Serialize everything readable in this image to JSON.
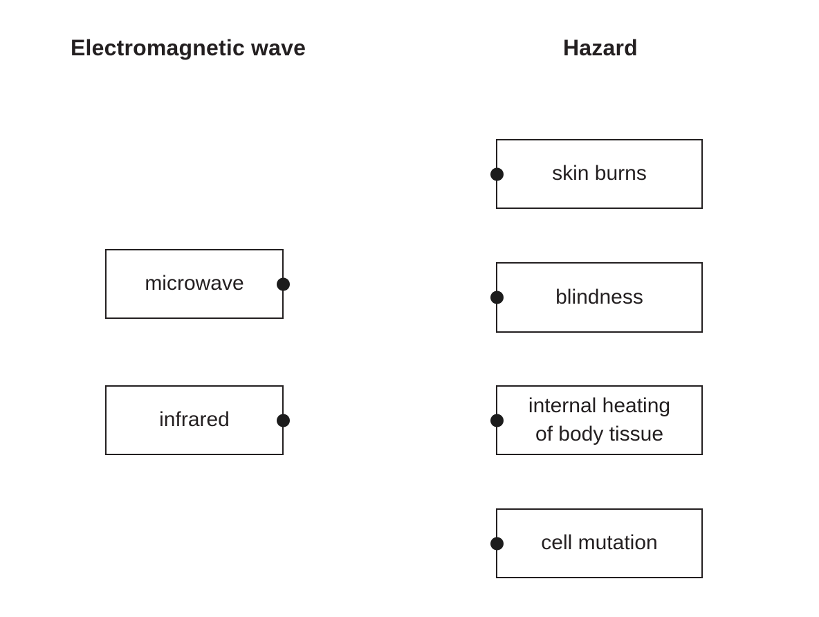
{
  "colors": {
    "text": "#231f20",
    "box_border": "#231f20",
    "dot": "#1c1c1c",
    "background": "#ffffff"
  },
  "columns": {
    "left": {
      "title": "Electromagnetic wave",
      "items": [
        {
          "label": "microwave"
        },
        {
          "label": "infrared"
        }
      ]
    },
    "right": {
      "title": "Hazard",
      "items": [
        {
          "label": "skin burns"
        },
        {
          "label": "blindness"
        },
        {
          "label": "internal heating of body tissue"
        },
        {
          "label": "cell mutation"
        }
      ]
    }
  }
}
